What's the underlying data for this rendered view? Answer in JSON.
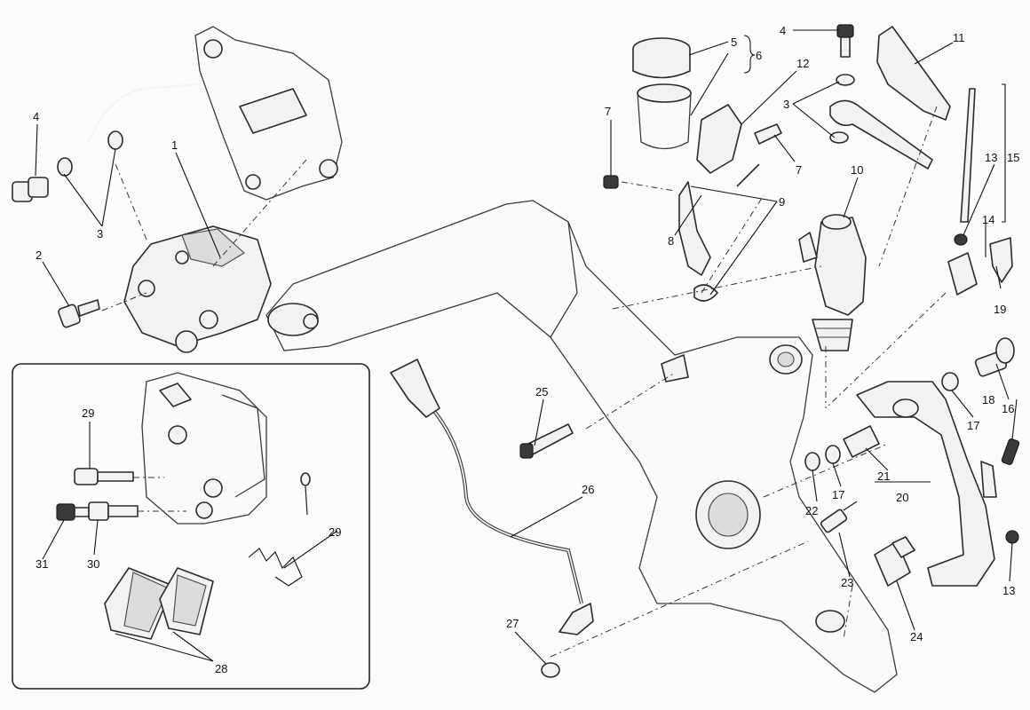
{
  "diagram": {
    "title": "Rear brake system exploded view",
    "callouts": {
      "c1": "1",
      "c2": "2",
      "c3a": "3",
      "c3b": "3",
      "c4a": "4",
      "c4b": "4",
      "c5": "5",
      "c6": "6",
      "c7a": "7",
      "c7b": "7",
      "c8": "8",
      "c9": "9",
      "c10": "10",
      "c11": "11",
      "c12": "12",
      "c13a": "13",
      "c13b": "13",
      "c14": "14",
      "c15": "15",
      "c16": "16",
      "c17a": "17",
      "c17b": "17",
      "c18": "18",
      "c19": "19",
      "c20": "20",
      "c21": "21",
      "c22": "22",
      "c23": "23",
      "c24": "24",
      "c25": "25",
      "c26": "26",
      "c27": "27",
      "c28": "28",
      "c29a": "29",
      "c29b": "29",
      "c30": "30",
      "c31": "31"
    }
  }
}
